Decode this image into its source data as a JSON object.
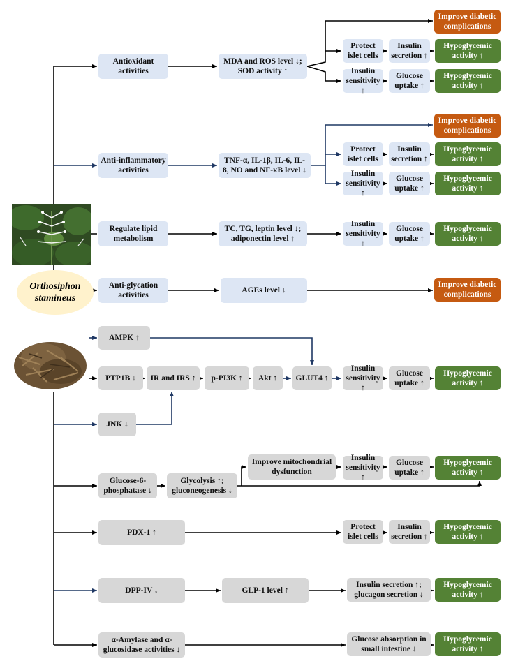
{
  "plant_name": "Orthosiphon\nstamineus",
  "colors": {
    "blue_box": "#dde6f4",
    "gray_box": "#d7d7d7",
    "green_box": "#548235",
    "orange_box": "#c55a11",
    "ellipse": "#fff2cc",
    "arrow_black": "#000000",
    "arrow_blue": "#1f3864"
  },
  "labels": {
    "antioxidant": "Antioxidant\nactivities",
    "mda_ros": "MDA and ROS level ↓;\nSOD activity ↑",
    "anti_inflammatory": "Anti-inflammatory\nactivities",
    "cytokines": "TNF-α, IL-1β, IL-6, IL-\n8, NO and NF-κB level ↓",
    "regulate_lipid": "Regulate lipid\nmetabolism",
    "lipid_levels": "TC, TG, leptin level ↓;\nadiponectin level ↑",
    "anti_glycation": "Anti-glycation\nactivities",
    "ages": "AGEs level ↓",
    "improve_complications": "Improve diabetic\ncomplications",
    "protect_islet": "Protect\nislet cells",
    "insulin_secretion": "Insulin\nsecretion ↑",
    "insulin_sensitivity": "Insulin\nsensitivity ↑",
    "glucose_uptake": "Glucose\nuptake ↑",
    "hypoglycemic": "Hypoglycemic\nactivity ↑",
    "ampk": "AMPK ↑",
    "ptp1b": "PTP1B ↓",
    "ir_irs": "IR and IRS ↑",
    "pi3k": "p-PI3K ↑",
    "akt": "Akt ↑",
    "glut4": "GLUT4 ↑",
    "jnk": "JNK ↓",
    "g6p": "Glucose-6-\nphosphatase ↓",
    "glycolysis": "Glycolysis ↑;\ngluconeogenesis ↓",
    "mito": "Improve mitochondrial\ndysfunction",
    "pdx1": "PDX-1 ↑",
    "dpp4": "DPP-IV ↓",
    "glp1": "GLP-1 level ↑",
    "insulin_glucagon": "Insulin secretion ↑;\nglucagon secretion ↓",
    "amylase": "α-Amylase and α-\nglucosidase activities ↓",
    "glucose_absorption": "Glucose absorption in\nsmall intestine ↓"
  }
}
